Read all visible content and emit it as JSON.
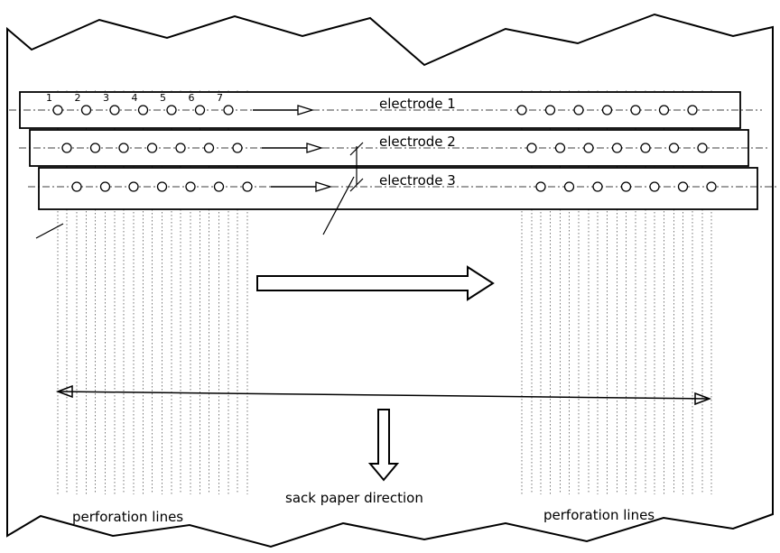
{
  "electrodes": [
    {
      "label": "electrode 1"
    },
    {
      "label": "electrode 2"
    },
    {
      "label": "electrode 3"
    }
  ],
  "hole_numbers": [
    "1",
    "2",
    "3",
    "4",
    "5",
    "6",
    "7"
  ],
  "labels": {
    "perforation_left": "perforation lines",
    "perforation_right": "perforation lines",
    "direction": "sack paper direction"
  },
  "colors": {
    "line": "#000000",
    "paper": "#ffffff"
  }
}
